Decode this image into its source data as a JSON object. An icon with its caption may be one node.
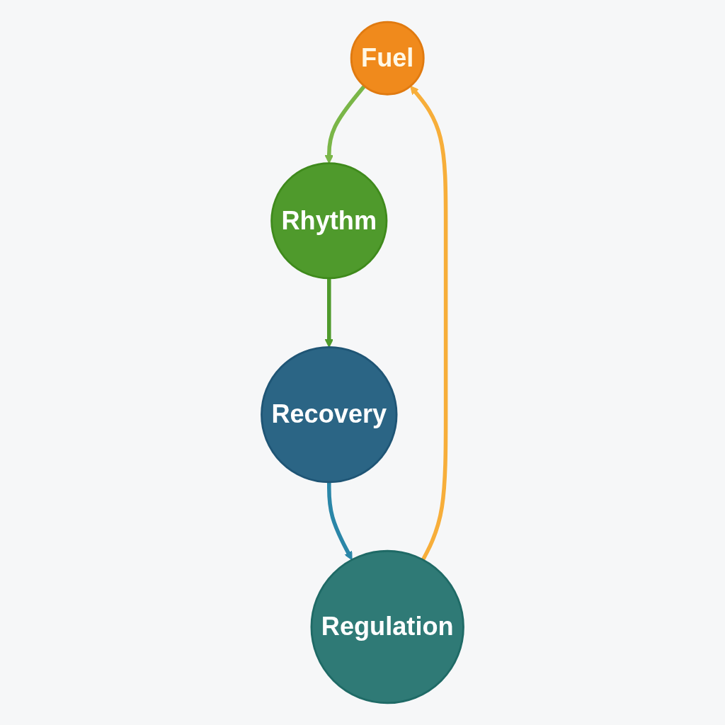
{
  "diagram": {
    "nodes": [
      {
        "text": [
          "Fuel"
        ]
      },
      {
        "text": [
          "Rhythm"
        ]
      },
      {
        "text": [
          "Recovery"
        ]
      },
      {
        "text": [
          "Regulation"
        ]
      }
    ],
    "edges": [
      {
        "from": 0,
        "to": 1,
        "arrow": "to",
        "color": "#7ab648"
      },
      {
        "from": 1,
        "to": 2,
        "arrow": "to",
        "color": "#4f9a2c"
      },
      {
        "from": 2,
        "to": 3,
        "arrow": "to",
        "color": "#2a86a8"
      },
      {
        "from": 3,
        "to": 0,
        "arrow": "to",
        "color": "#f7ae3a"
      }
    ]
  }
}
